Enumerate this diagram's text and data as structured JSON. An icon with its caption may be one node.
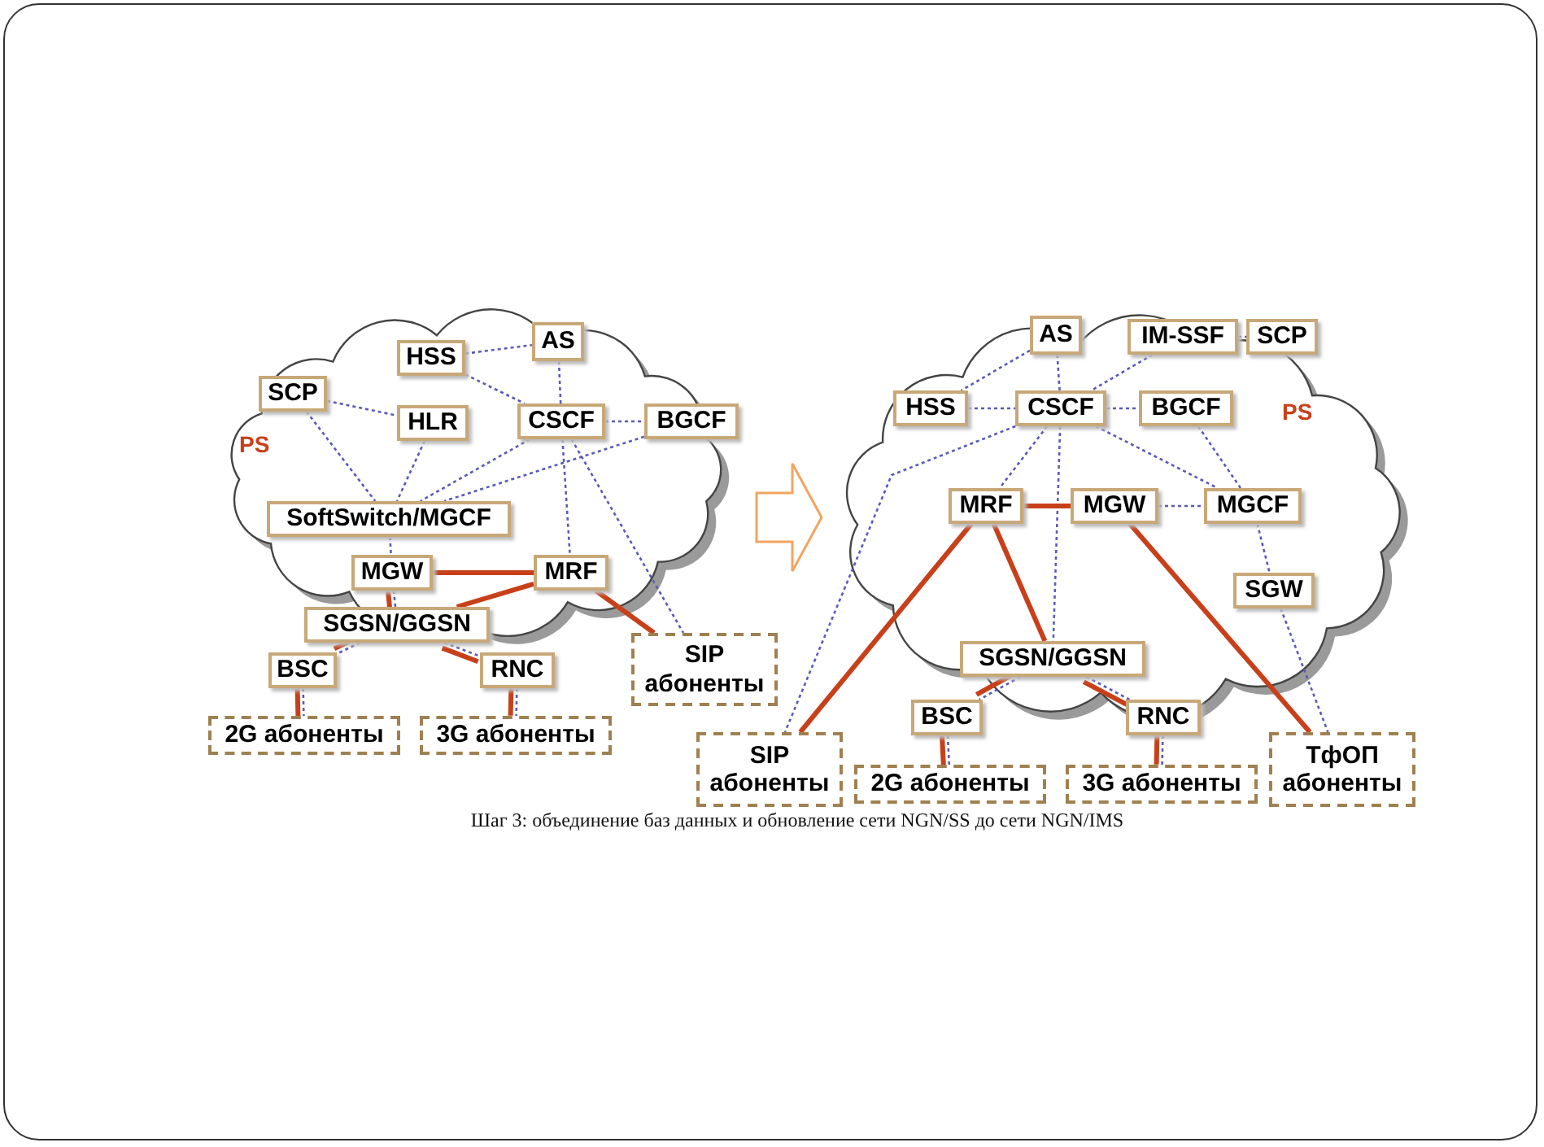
{
  "diagram": {
    "caption": "Шаг 3: объединение баз данных и обновление сети NGN/SS до сети NGN/IMS",
    "nodes": [
      {
        "text": [
          "PS"
        ]
      },
      {
        "text": [
          "HSS"
        ],
        "in": 0
      },
      {
        "text": [
          "AS"
        ],
        "in": 0
      },
      {
        "text": [
          "SCP"
        ],
        "in": 0
      },
      {
        "text": [
          "HLR"
        ],
        "in": 0
      },
      {
        "text": [
          "CSCF"
        ],
        "in": 0
      },
      {
        "text": [
          "BGCF"
        ],
        "in": 0
      },
      {
        "text": [
          "SoftSwitch/MGCF"
        ],
        "in": 0
      },
      {
        "text": [
          "MGW"
        ],
        "in": 0
      },
      {
        "text": [
          "MRF"
        ],
        "in": 0
      },
      {
        "text": [
          "SGSN/GGSN"
        ],
        "in": 0
      },
      {
        "text": [
          "BSC"
        ]
      },
      {
        "text": [
          "RNC"
        ]
      },
      {
        "text": [
          "2G абоненты"
        ]
      },
      {
        "text": [
          "3G абоненты"
        ]
      },
      {
        "text": [
          "SIP абоненты"
        ]
      },
      {
        "text": [
          "PS"
        ]
      },
      {
        "text": [
          "AS"
        ]
      },
      {
        "text": [
          "IM-SSF"
        ]
      },
      {
        "text": [
          "SCP"
        ]
      },
      {
        "text": [
          "HSS"
        ],
        "in": 16
      },
      {
        "text": [
          "CSCF"
        ],
        "in": 16
      },
      {
        "text": [
          "BGCF"
        ],
        "in": 16
      },
      {
        "text": [
          "MRF"
        ],
        "in": 16
      },
      {
        "text": [
          "MGW"
        ],
        "in": 16
      },
      {
        "text": [
          "MGCF"
        ],
        "in": 16
      },
      {
        "text": [
          "SGW"
        ],
        "in": 16
      },
      {
        "text": [
          "SGSN/GGSN"
        ],
        "in": 16
      },
      {
        "text": [
          "BSC"
        ]
      },
      {
        "text": [
          "RNC"
        ]
      },
      {
        "text": [
          "SIP абоненты"
        ]
      },
      {
        "text": [
          "2G абоненты"
        ]
      },
      {
        "text": [
          "3G абоненты"
        ]
      },
      {
        "text": [
          "ТфОП абоненты"
        ]
      }
    ],
    "edges": [
      {
        "from": 1,
        "to": 2,
        "arrow": "none",
        "style": "dashed"
      },
      {
        "from": 1,
        "to": 5,
        "arrow": "none",
        "style": "dashed"
      },
      {
        "from": 2,
        "to": 5,
        "arrow": "none",
        "style": "dashed"
      },
      {
        "from": 3,
        "to": 4,
        "arrow": "none",
        "style": "dashed"
      },
      {
        "from": 3,
        "to": 7,
        "arrow": "none",
        "style": "dashed"
      },
      {
        "from": 4,
        "to": 7,
        "arrow": "none",
        "style": "dashed"
      },
      {
        "from": 5,
        "to": 6,
        "arrow": "none",
        "style": "dashed"
      },
      {
        "from": 5,
        "to": 7,
        "arrow": "none",
        "style": "dashed"
      },
      {
        "from": 6,
        "to": 7,
        "arrow": "none",
        "style": "dashed"
      },
      {
        "from": 5,
        "to": 9,
        "arrow": "none",
        "style": "dashed"
      },
      {
        "from": 5,
        "to": 15,
        "arrow": "none",
        "style": "dashed"
      },
      {
        "from": 7,
        "to": 8,
        "arrow": "none",
        "style": "dashed"
      },
      {
        "from": 8,
        "to": 10,
        "arrow": "none",
        "style": "dashed"
      },
      {
        "from": 10,
        "to": 11,
        "arrow": "none",
        "style": "dashed"
      },
      {
        "from": 10,
        "to": 12,
        "arrow": "none",
        "style": "dashed"
      },
      {
        "from": 11,
        "to": 13,
        "arrow": "none",
        "style": "dashed"
      },
      {
        "from": 12,
        "to": 14,
        "arrow": "none",
        "style": "dashed"
      },
      {
        "from": 8,
        "to": 9,
        "arrow": "none",
        "style": "thick",
        "color": "#c8401a"
      },
      {
        "from": 8,
        "to": 10,
        "arrow": "none",
        "style": "thick",
        "color": "#c8401a"
      },
      {
        "from": 9,
        "to": 10,
        "arrow": "none",
        "style": "thick",
        "color": "#c8401a"
      },
      {
        "from": 9,
        "to": 15,
        "arrow": "none",
        "style": "thick",
        "color": "#c8401a"
      },
      {
        "from": 10,
        "to": 11,
        "arrow": "none",
        "style": "thick",
        "color": "#c8401a"
      },
      {
        "from": 10,
        "to": 12,
        "arrow": "none",
        "style": "thick",
        "color": "#c8401a"
      },
      {
        "from": 11,
        "to": 13,
        "arrow": "none",
        "style": "thick",
        "color": "#c8401a"
      },
      {
        "from": 12,
        "to": 14,
        "arrow": "none",
        "style": "thick",
        "color": "#c8401a"
      },
      {
        "from": 0,
        "to": 16,
        "arrow": "to",
        "color": "#f4a460"
      },
      {
        "from": 17,
        "to": 21,
        "arrow": "none",
        "style": "dashed"
      },
      {
        "from": 17,
        "to": 20,
        "arrow": "none",
        "style": "dashed"
      },
      {
        "from": 18,
        "to": 19,
        "arrow": "none",
        "style": "dashed"
      },
      {
        "from": 18,
        "to": 21,
        "arrow": "none",
        "style": "dashed"
      },
      {
        "from": 20,
        "to": 21,
        "arrow": "none",
        "style": "dashed"
      },
      {
        "from": 21,
        "to": 22,
        "arrow": "none",
        "style": "dashed"
      },
      {
        "from": 21,
        "to": 23,
        "arrow": "none",
        "style": "dashed"
      },
      {
        "from": 21,
        "to": 27,
        "arrow": "none",
        "style": "dashed"
      },
      {
        "from": 21,
        "to": 25,
        "arrow": "none",
        "style": "dashed"
      },
      {
        "from": 22,
        "to": 25,
        "arrow": "none",
        "style": "dashed"
      },
      {
        "from": 24,
        "to": 25,
        "arrow": "none",
        "style": "dashed"
      },
      {
        "from": 25,
        "to": 26,
        "arrow": "none",
        "style": "dashed"
      },
      {
        "from": 26,
        "to": 33,
        "arrow": "none",
        "style": "dashed"
      },
      {
        "from": 21,
        "to": 30,
        "arrow": "none",
        "style": "dashed"
      },
      {
        "from": 27,
        "to": 28,
        "arrow": "none",
        "style": "dashed"
      },
      {
        "from": 27,
        "to": 29,
        "arrow": "none",
        "style": "dashed"
      },
      {
        "from": 28,
        "to": 31,
        "arrow": "none",
        "style": "dashed"
      },
      {
        "from": 29,
        "to": 32,
        "arrow": "none",
        "style": "dashed"
      },
      {
        "from": 23,
        "to": 24,
        "arrow": "none",
        "style": "thick",
        "color": "#c8401a"
      },
      {
        "from": 23,
        "to": 30,
        "arrow": "none",
        "style": "thick",
        "color": "#c8401a"
      },
      {
        "from": 23,
        "to": 27,
        "arrow": "none",
        "style": "thick",
        "color": "#c8401a"
      },
      {
        "from": 24,
        "to": 33,
        "arrow": "none",
        "style": "thick",
        "color": "#c8401a"
      },
      {
        "from": 27,
        "to": 28,
        "arrow": "none",
        "style": "thick",
        "color": "#c8401a"
      },
      {
        "from": 27,
        "to": 29,
        "arrow": "none",
        "style": "thick",
        "color": "#c8401a"
      },
      {
        "from": 28,
        "to": 31,
        "arrow": "none",
        "style": "thick",
        "color": "#c8401a"
      },
      {
        "from": 29,
        "to": 32,
        "arrow": "none",
        "style": "thick",
        "color": "#c8401a"
      }
    ]
  }
}
